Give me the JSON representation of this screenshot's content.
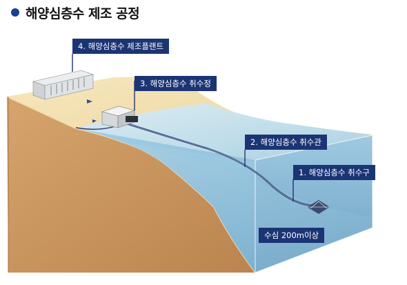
{
  "title": "해양심층수 제조 공정",
  "labels": {
    "plant": "4. 해양심층수 제조플랜트",
    "intake_well": "3. 해양심층수 취수정",
    "intake_pipe": "2. 해양심층수 취수관",
    "intake_head": "1. 해양심층수 취수구",
    "depth": "수심 200m이상"
  },
  "colors": {
    "label_bg": "#1b3474",
    "bullet": "#1c3f95",
    "land_top": "#f3e0b0",
    "land_front": "#c9935c",
    "water": "#8fc1dc"
  }
}
